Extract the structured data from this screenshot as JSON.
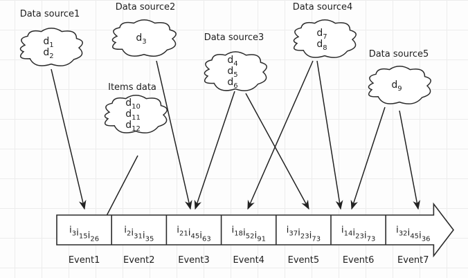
{
  "sources": [
    {
      "id": "ds1",
      "label": "Data source1",
      "items": [
        {
          "base": "d",
          "sub": "1"
        },
        {
          "base": "d",
          "sub": "2"
        }
      ]
    },
    {
      "id": "ds2",
      "label": "Data source2",
      "items": [
        {
          "base": "d",
          "sub": "3"
        }
      ]
    },
    {
      "id": "ds3",
      "label": "Data source3",
      "items": [
        {
          "base": "d",
          "sub": "4"
        },
        {
          "base": "d",
          "sub": "5"
        },
        {
          "base": "d",
          "sub": "6"
        }
      ]
    },
    {
      "id": "ds4",
      "label": "Data source4",
      "items": [
        {
          "base": "d",
          "sub": "7"
        },
        {
          "base": "d",
          "sub": "8"
        }
      ]
    },
    {
      "id": "ds5",
      "label": "Data source5",
      "items": [
        {
          "base": "d",
          "sub": "9"
        }
      ]
    },
    {
      "id": "items",
      "label": "Items data",
      "items": [
        {
          "base": "d",
          "sub": "10"
        },
        {
          "base": "d",
          "sub": "11"
        },
        {
          "base": "d",
          "sub": "12"
        }
      ]
    }
  ],
  "events": [
    {
      "label": "Event1",
      "items": [
        "3",
        "15",
        "26"
      ]
    },
    {
      "label": "Event2",
      "items": [
        "2",
        "31",
        "35"
      ]
    },
    {
      "label": "Event3",
      "items": [
        "21",
        "45",
        "63"
      ]
    },
    {
      "label": "Event4",
      "items": [
        "18",
        "52",
        "91"
      ]
    },
    {
      "label": "Event5",
      "items": [
        "37",
        "23",
        "73"
      ]
    },
    {
      "label": "Event6",
      "items": [
        "14",
        "23",
        "73"
      ]
    },
    {
      "label": "Event7",
      "items": [
        "32",
        "45",
        "36"
      ]
    }
  ],
  "item_prefix": "i",
  "connections": [
    {
      "from": "ds1",
      "to": "Event1"
    },
    {
      "from": "ds2",
      "to": "Event3"
    },
    {
      "from": "ds3",
      "to": "Event3"
    },
    {
      "from": "ds3",
      "to": "Event5"
    },
    {
      "from": "ds4",
      "to": "Event4"
    },
    {
      "from": "ds4",
      "to": "Event6"
    },
    {
      "from": "ds5",
      "to": "Event6"
    },
    {
      "from": "ds5",
      "to": "Event7"
    },
    {
      "from": "items",
      "to": "Event1"
    }
  ]
}
